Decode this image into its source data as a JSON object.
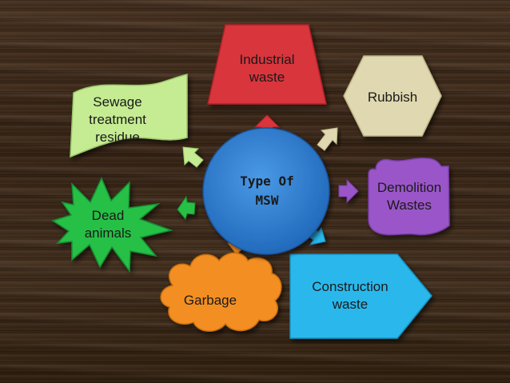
{
  "center": {
    "label_lines": [
      "Type Of",
      "MSW"
    ],
    "color": "#2e7bd1"
  },
  "nodes": [
    {
      "id": "industrial-waste",
      "label_lines": [
        "Industrial",
        "waste"
      ],
      "color": "#d9363e"
    },
    {
      "id": "rubbish",
      "label_lines": [
        "Rubbish"
      ],
      "color": "#dfd8b0"
    },
    {
      "id": "demolition-wastes",
      "label_lines": [
        "Demolition",
        "Wastes"
      ],
      "color": "#9a57c8"
    },
    {
      "id": "construction-waste",
      "label_lines": [
        "Construction",
        "waste"
      ],
      "color": "#29b8ec"
    },
    {
      "id": "garbage",
      "label_lines": [
        "Garbage"
      ],
      "color": "#f38f22"
    },
    {
      "id": "dead-animals",
      "label_lines": [
        "Dead",
        "animals"
      ],
      "color": "#26c047"
    },
    {
      "id": "sewage-treatment-residue",
      "label_lines": [
        "Sewage",
        "treatment",
        "residue"
      ],
      "color": "#c5ec92"
    }
  ]
}
